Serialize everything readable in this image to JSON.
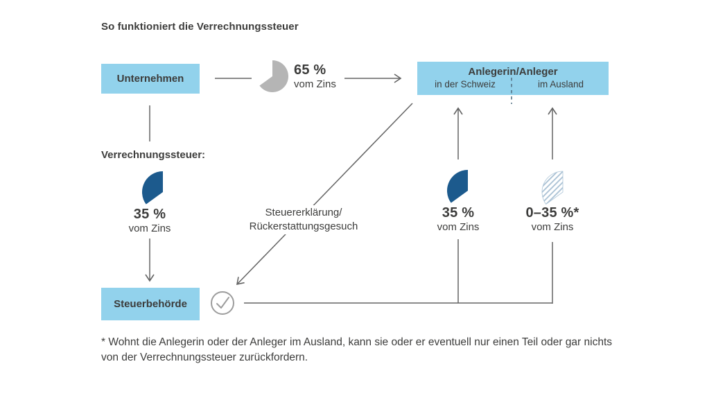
{
  "title": "So funktioniert die Verrechnungssteuer",
  "nodes": {
    "unternehmen": {
      "label": "Unternehmen"
    },
    "anleger": {
      "title": "Anlegerin/Anleger",
      "left": "in der Schweiz",
      "right": "im Ausland"
    },
    "steuerbehoerde": {
      "label": "Steuerbehörde"
    }
  },
  "flows": {
    "interest_to_investor": {
      "pct": "65 %",
      "unit": "vom Zins"
    },
    "withholding_tax": {
      "label": "Verrechnungssteuer:",
      "pct": "35 %",
      "unit": "vom Zins"
    },
    "declaration": {
      "line1": "Steuererklärung/",
      "line2": "Rückerstattungsgesuch"
    },
    "refund_switzerland": {
      "pct": "35 %",
      "unit": "vom Zins"
    },
    "refund_abroad": {
      "pct": "0–35 %*",
      "unit": "vom Zins"
    }
  },
  "footnote": "* Wohnt die Anlegerin oder der Anleger im Ausland, kann sie oder er eventuell nur einen Teil oder gar nichts von der Verrechnungssteuer zurückfordern.",
  "icons": {
    "pie_65": "gray pie missing 35% wedge",
    "pie_35_withheld": "dark blue 35% wedge",
    "pie_35_refund_ch": "dark blue 35% wedge",
    "pie_0_35_refund_abroad": "hatched 35% wedge",
    "check": "checkmark in circle"
  },
  "colors": {
    "box_blue": "#92d2ec",
    "dark_blue": "#1c5a8d",
    "pie_gray": "#b5b5b5",
    "line_gray": "#636363",
    "hatch_blue": "#a8c0d4",
    "divider_blue": "#567487",
    "check_gray": "#9c9c9c",
    "text": "#3c3c3b",
    "background": "#ffffff"
  }
}
